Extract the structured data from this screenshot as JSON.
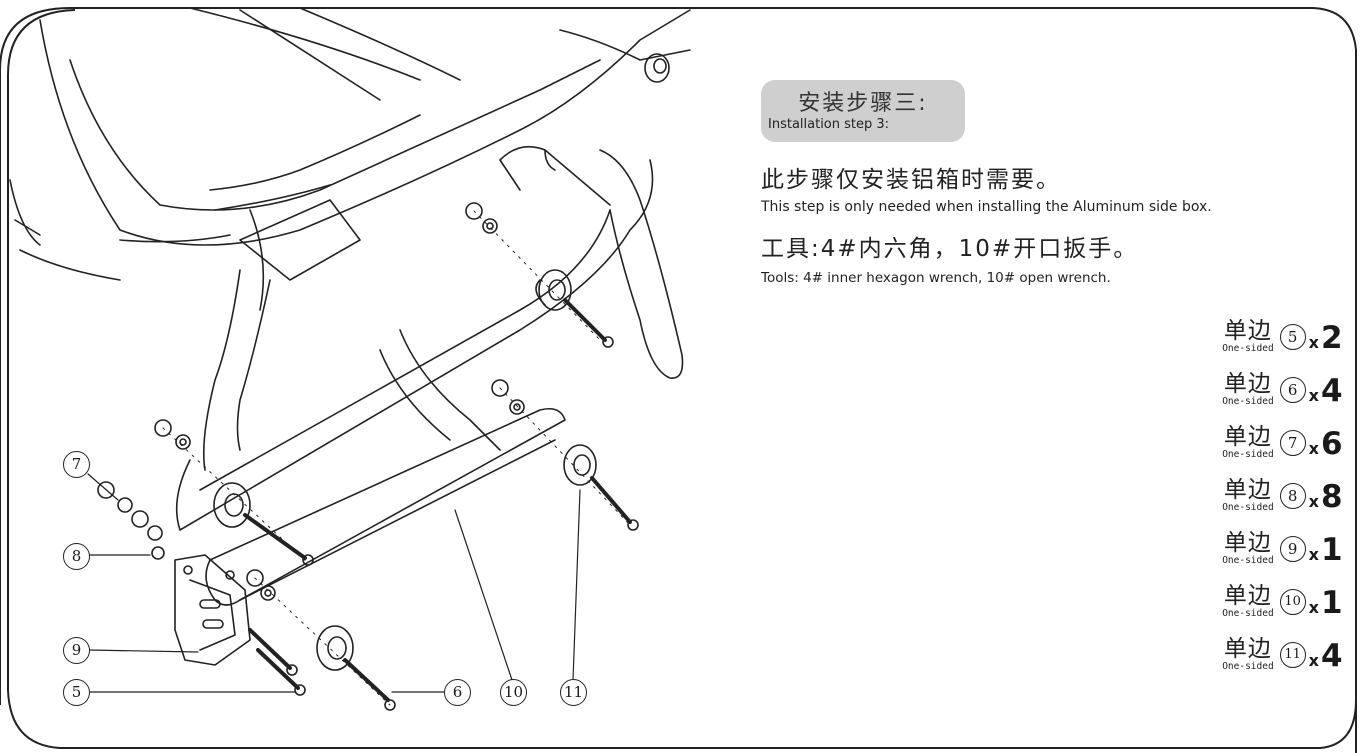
{
  "step": {
    "title_zh": "安装步骤三:",
    "title_en": "Installation step 3:"
  },
  "note": {
    "zh": "此步骤仅安装铝箱时需要。",
    "en": "This step is only needed when installing the Aluminum side box."
  },
  "tools": {
    "zh": "工具:4#内六角，10#开口扳手。",
    "en": "Tools: 4# inner hexagon wrench, 10# open wrench."
  },
  "parts": [
    {
      "label_zh": "单边",
      "label_en": "One-sided",
      "num": "5",
      "x": "x",
      "qty": "2"
    },
    {
      "label_zh": "单边",
      "label_en": "One-sided",
      "num": "6",
      "x": "x",
      "qty": "4"
    },
    {
      "label_zh": "单边",
      "label_en": "One-sided",
      "num": "7",
      "x": "x",
      "qty": "6"
    },
    {
      "label_zh": "单边",
      "label_en": "One-sided",
      "num": "8",
      "x": "x",
      "qty": "8"
    },
    {
      "label_zh": "单边",
      "label_en": "One-sided",
      "num": "9",
      "x": "x",
      "qty": "1"
    },
    {
      "label_zh": "单边",
      "label_en": "One-sided",
      "num": "10",
      "x": "x",
      "qty": "1"
    },
    {
      "label_zh": "单边",
      "label_en": "One-sided",
      "num": "11",
      "x": "x",
      "qty": "4"
    }
  ],
  "callouts": {
    "c7": "7",
    "c8": "8",
    "c9": "9",
    "c5": "5",
    "c6": "6",
    "c10": "10",
    "c11": "11"
  }
}
